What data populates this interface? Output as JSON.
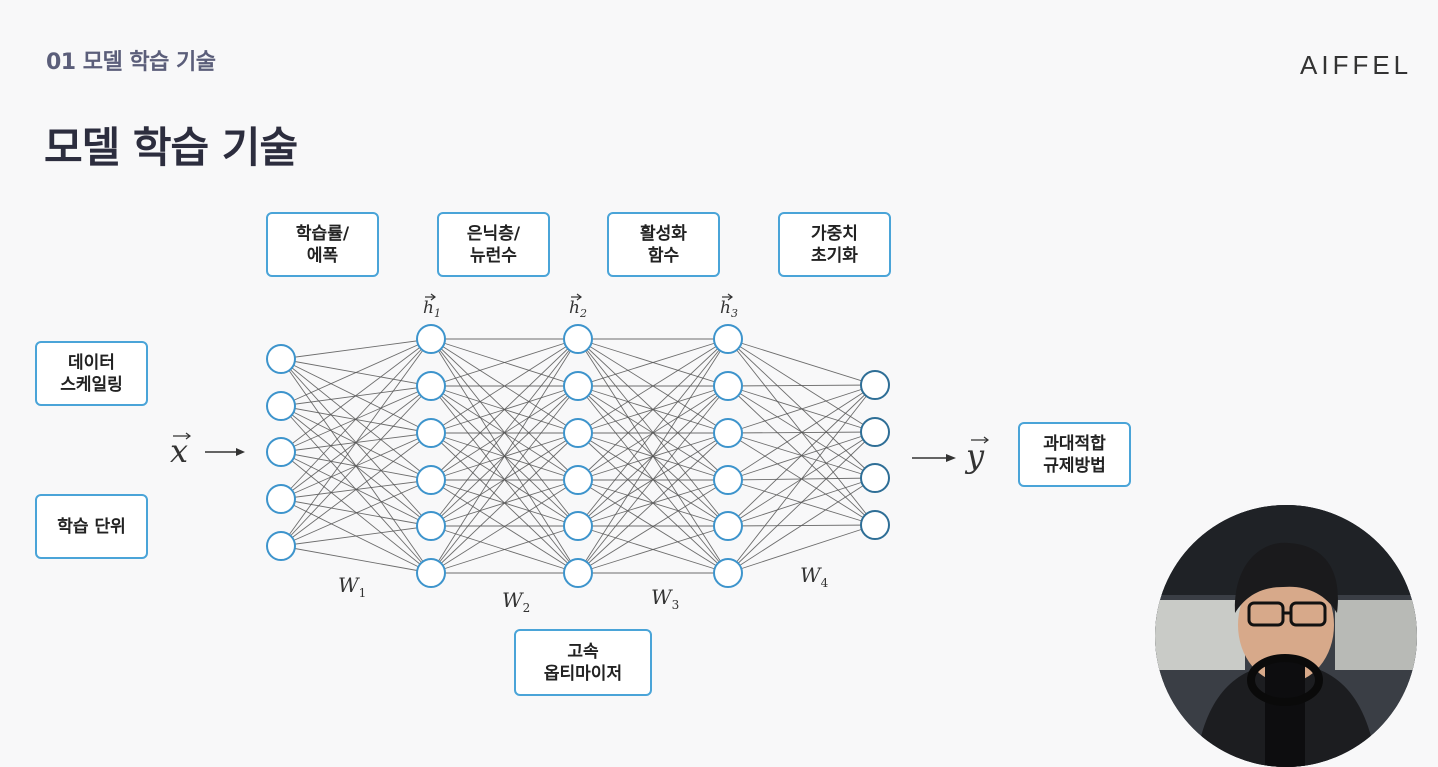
{
  "header": {
    "section_label": "01 모델 학습 기술",
    "brand": "AIFFEL"
  },
  "page_title": "모델 학습 기술",
  "concept_boxes": {
    "learning_rate_epochs": "학습률/\n에폭",
    "hidden_layers_neurons": "은닉층/\n뉴런수",
    "activation_function": "활성화\n함수",
    "weight_init": "가중치\n초기화",
    "data_scaling": "데이터\n스케일링",
    "learning_unit": "학습 단위",
    "overfitting_regularization": "과대적합\n규제방법",
    "fast_optimizer": "고속\n옵티마이저"
  },
  "network": {
    "input_label": "x",
    "output_label": "y",
    "hidden_labels": [
      "h1",
      "h2",
      "h3"
    ],
    "weight_labels": [
      "W1",
      "W2",
      "W3",
      "W4"
    ],
    "layer_sizes": [
      5,
      6,
      6,
      6,
      4
    ],
    "node_color": "#3d94cc",
    "output_node_color": "#2e6e96",
    "edge_color": "#555555"
  },
  "webcam": {
    "icon": "presenter-webcam"
  }
}
